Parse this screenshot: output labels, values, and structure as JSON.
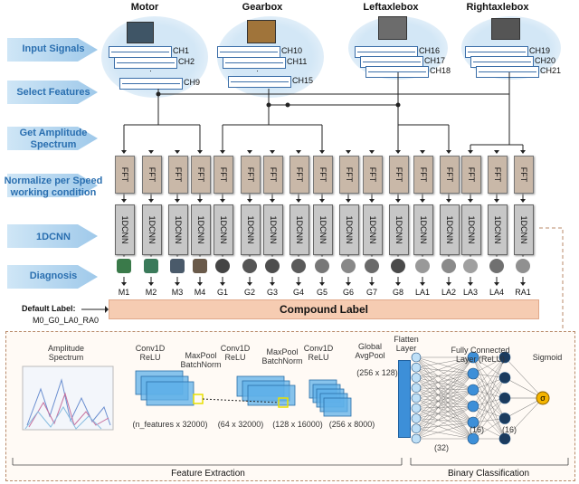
{
  "components": [
    {
      "title": "Motor",
      "channels": [
        "CH1",
        "CH2",
        "CH9"
      ]
    },
    {
      "title": "Gearbox",
      "channels": [
        "CH10",
        "CH11",
        "CH15"
      ]
    },
    {
      "title": "Leftaxlebox",
      "channels": [
        "CH16",
        "CH17",
        "CH18"
      ]
    },
    {
      "title": "Rightaxlebox",
      "channels": [
        "CH19",
        "CH20",
        "CH21"
      ]
    }
  ],
  "steps": [
    "Input Signals",
    "Select Features",
    "Get Amplitude Spectrum",
    "Normalize per Speed working condition",
    "1DCNN",
    "Diagnosis"
  ],
  "fft_label": "FFT",
  "cnn_label": "1DCNN",
  "labels": [
    "M1",
    "M2",
    "M3",
    "M4",
    "G1",
    "G2",
    "G3",
    "G4",
    "G5",
    "G6",
    "G7",
    "G8",
    "LA1",
    "LA2",
    "LA3",
    "LA4",
    "RA1"
  ],
  "default_label": "Default Label:",
  "default_value": "M0_G0_LA0_RA0",
  "compound_label": "Compound Label",
  "detail": {
    "amp_title": "Amplitude Spectrum",
    "conv1": "Conv1D ReLU",
    "pool1": "MaxPool BatchNorm",
    "conv2": "Conv1D ReLU",
    "pool2": "MaxPool BatchNorm",
    "conv3": "Conv1D ReLU",
    "gap": "Global AvgPool",
    "flatten": "Flatten Layer",
    "fc": "Fully Connected Layer (ReLU)",
    "sigmoid": "Sigmoid",
    "sigma": "σ",
    "dim0": "(n_features x 32000)",
    "dim1": "(64 x 32000)",
    "dim2": "(128 x 16000)",
    "dim3": "(256 x 8000)",
    "dim_gap": "(256 x 128)",
    "n32": "(32)",
    "n16a": "(16)",
    "n16b": "(16)",
    "feature_extraction": "Feature Extraction",
    "binary_classification": "Binary Classification"
  }
}
